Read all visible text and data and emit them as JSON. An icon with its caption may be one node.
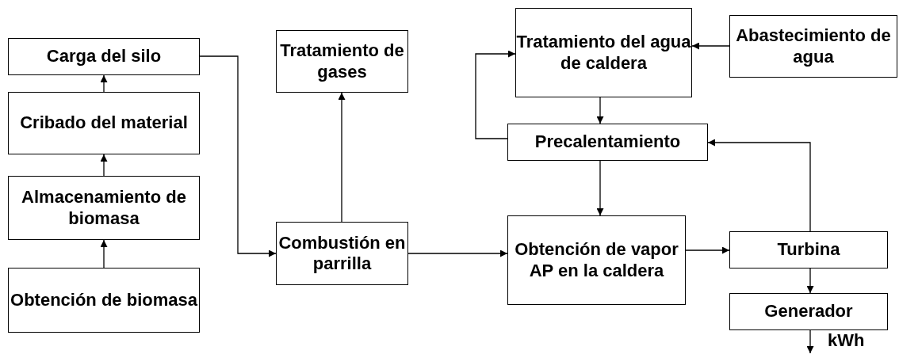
{
  "diagram": {
    "nodes": [
      {
        "text": [
          "Carga del silo"
        ]
      },
      {
        "text": [
          "Cribado del material"
        ]
      },
      {
        "text": [
          "Almacenamiento de biomasa"
        ]
      },
      {
        "text": [
          "Obtención de biomasa"
        ]
      },
      {
        "text": [
          "Tratamiento de gases"
        ]
      },
      {
        "text": [
          "Combustión en parrilla"
        ]
      },
      {
        "text": [
          "Tratamiento del agua de caldera"
        ]
      },
      {
        "text": [
          "Abastecimiento de agua"
        ]
      },
      {
        "text": [
          "Precalentamiento"
        ]
      },
      {
        "text": [
          "Obtención de vapor AP en la caldera"
        ]
      },
      {
        "text": [
          "Turbina"
        ]
      },
      {
        "text": [
          "Generador"
        ]
      }
    ],
    "edges": [
      {
        "from": 3,
        "to": 2,
        "arrow": "to"
      },
      {
        "from": 2,
        "to": 1,
        "arrow": "to"
      },
      {
        "from": 1,
        "to": 0,
        "arrow": "to"
      },
      {
        "from": 0,
        "to": 5,
        "arrow": "to"
      },
      {
        "from": 5,
        "to": 4,
        "arrow": "to"
      },
      {
        "from": 5,
        "to": 9,
        "arrow": "to"
      },
      {
        "from": 9,
        "to": 10,
        "arrow": "to"
      },
      {
        "from": 10,
        "to": 8,
        "arrow": "to"
      },
      {
        "from": 8,
        "to": 9,
        "arrow": "to"
      },
      {
        "from": 6,
        "to": 8,
        "arrow": "to"
      },
      {
        "from": 8,
        "to": 6,
        "arrow": "to"
      },
      {
        "from": 7,
        "to": 6,
        "arrow": "to"
      },
      {
        "from": 11,
        "to": null,
        "arrow": "to"
      },
      {
        "from": 10,
        "to": 11,
        "arrow": "to"
      }
    ],
    "labels": [
      "kWh"
    ]
  }
}
